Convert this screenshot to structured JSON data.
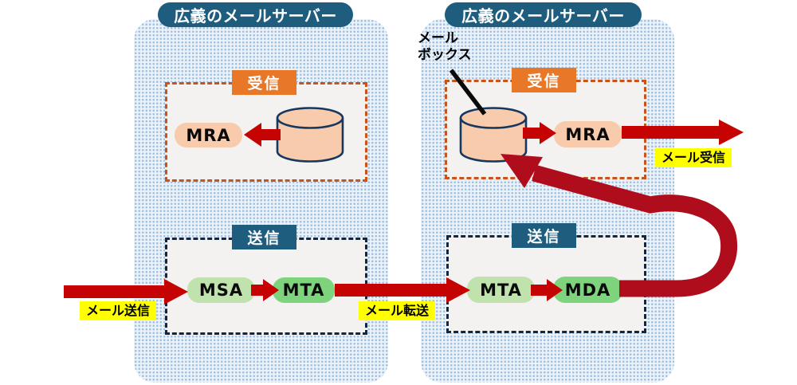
{
  "left_server": {
    "title": "広義のメールサーバー",
    "receive": {
      "label": "受信",
      "node": "MRA"
    },
    "send": {
      "label": "送信",
      "node1": "MSA",
      "node2": "MTA"
    }
  },
  "right_server": {
    "title": "広義のメールサーバー",
    "receive": {
      "label": "受信",
      "node": "MRA"
    },
    "send": {
      "label": "送信",
      "node1": "MTA",
      "node2": "MDA"
    }
  },
  "mailbox_annotation": {
    "line1": "メール",
    "line2": "ボックス"
  },
  "flow_labels": {
    "send": "メール送信",
    "transfer": "メール転送",
    "receive": "メール受信"
  },
  "colors": {
    "teal": "#1F5D7F",
    "orange": "#E87728",
    "dash_orange": "#C8531B",
    "dash_navy": "#14263E",
    "arrow_red": "#C60303",
    "arrow_dark_red": "#B00D1C",
    "pill_peach": "#F8CBAD",
    "pill_green_light": "#C0E3AE",
    "pill_green": "#7ED47C",
    "highlight_yellow": "#FFFF00",
    "dotted_fill": "#EAF1F9",
    "dot_color": "#9FC0DF",
    "cylinder_stroke": "#17375E"
  }
}
